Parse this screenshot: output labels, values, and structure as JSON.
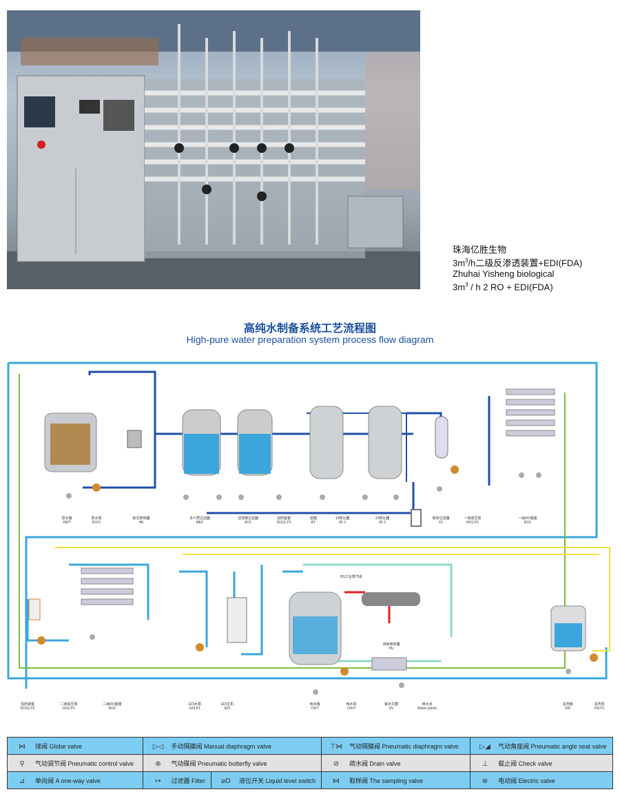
{
  "caption": {
    "line1": "珠海亿胜生物",
    "line2a": "3m",
    "line2sup": "3",
    "line2b": "/h二级反渗透装置+EDI(FDA)",
    "line3": "Zhuhai Yisheng biological",
    "line4a": "3m",
    "line4sup": "3",
    "line4b": " / h 2 RO + EDI(FDA)"
  },
  "title": {
    "cn": "高纯水制备系统工艺流程图",
    "en": "High-pure water preparation system process flow diagram"
  },
  "steam_label": "BS工业蒸汽进",
  "hu_label": {
    "cn": "双板换热器",
    "code": "HU"
  },
  "components_row1": [
    {
      "cn": "原水箱",
      "code": "RWT"
    },
    {
      "cn": "原水泵",
      "code": "IN.P1"
    },
    {
      "cn": "板式换热器",
      "code": "HE"
    },
    {
      "cn": "多介质过滤器",
      "code": "MEF"
    },
    {
      "cn": "活性碳过滤器",
      "code": "ACF"
    },
    {
      "cn": "加药装置",
      "code": "DOS1.P1"
    },
    {
      "cn": "盐箱",
      "code": "BT"
    },
    {
      "cn": "1#软化器",
      "code": "SF-1"
    },
    {
      "cn": "2#软化器",
      "code": "SF-2"
    },
    {
      "cn": "保安过滤器",
      "code": "CF"
    },
    {
      "cn": "一级高压泵",
      "code": "RO1.P1"
    },
    {
      "cn": "一级RO装置",
      "code": "RO1"
    }
  ],
  "components_row2": [
    {
      "cn": "加药装置",
      "code": "DOS2.P2"
    },
    {
      "cn": "二级高压泵",
      "code": "RO2.P1"
    },
    {
      "cn": "二级RO装置",
      "code": "RO2"
    },
    {
      "cn": "EDI水泵",
      "code": "EDI.P1"
    },
    {
      "cn": "EDI主机",
      "code": "EDI"
    },
    {
      "cn": "纯水箱",
      "code": "CWT"
    },
    {
      "cn": "纯水泵",
      "code": "CW.P"
    },
    {
      "cn": "紫外灭菌",
      "code": "UV"
    },
    {
      "cn": "用水点",
      "code": "Water points"
    },
    {
      "cn": "清洗箱",
      "code": "FW"
    },
    {
      "cn": "清洗泵",
      "code": "FW.P1"
    }
  ],
  "legend": [
    [
      {
        "icon": "globe-valve",
        "label": "球阀 Globe valve"
      },
      {
        "icon": "manual-diaphragm-valve",
        "label": "手动隔膜阀 Manual diaphragm valve"
      },
      {
        "icon": "pneumatic-diaphragm-valve",
        "label": "气动隔膜阀 Pneumatic diaphragm valve"
      },
      {
        "icon": "pneumatic-angle-seat-valve",
        "label": "气动角座阀 Pneumatic angle seat valve"
      }
    ],
    [
      {
        "icon": "pneumatic-control-valve",
        "label": "气动调节阀 Pneumatic control valve"
      },
      {
        "icon": "pneumatic-butterfly-valve",
        "label": "气动碟阀 Pneumatic butterfly valve"
      },
      {
        "icon": "drain-valve",
        "label": "疏水阀 Drain valve"
      },
      {
        "icon": "check-valve",
        "label": "载止阀 Check valve"
      }
    ],
    [
      {
        "icon": "one-way-valve",
        "label": "单向阀 A one-way valve"
      },
      {
        "icon": "filter",
        "label": "过滤器 Filter"
      },
      {
        "icon": "liquid-level-switch",
        "label": "液位开关 Liquid level switch"
      },
      {
        "icon": "sampling-valve",
        "label": "取样阀 The sampling valve"
      },
      {
        "icon": "electric-valve",
        "label": "电动阀 Electric valve"
      }
    ]
  ],
  "colors": {
    "title": "#1a4f9c",
    "pipe_dark": "#1f4fa8",
    "pipe_light": "#3aa6dc",
    "pipe_green": "#7cba3c",
    "pipe_yellow": "#f0e040",
    "pipe_teal": "#8fd8c8",
    "legend_blue": "#7dcdf2",
    "legend_gray": "#e2e2e2"
  }
}
